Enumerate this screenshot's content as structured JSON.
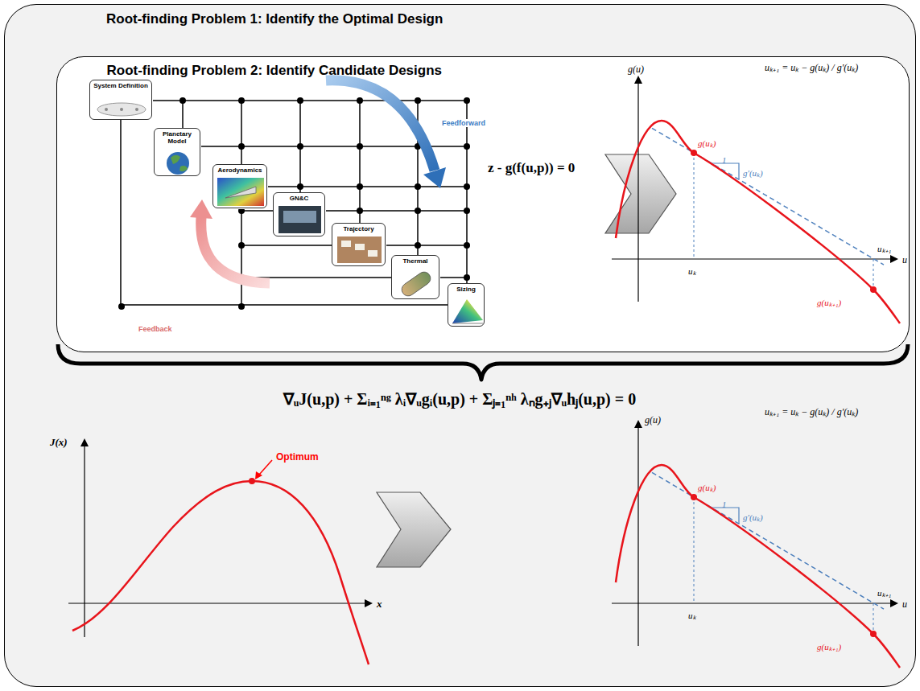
{
  "diagram": {
    "nodes": [
      {
        "text": [
          "Root-finding Problem 1: Identify the Optimal Design"
        ]
      },
      {
        "text": [
          "Root-finding Problem 2: Identify Candidate Designs"
        ],
        "in": 0
      },
      {
        "text": [
          "System Definition"
        ],
        "in": 1
      },
      {
        "text": [
          "Planetary Model"
        ],
        "in": 1
      },
      {
        "text": [
          "Aerodynamics"
        ],
        "in": 1
      },
      {
        "text": [
          "GN&C"
        ],
        "in": 1
      },
      {
        "text": [
          "Trajectory"
        ],
        "in": 1
      },
      {
        "text": [
          "Thermal"
        ],
        "in": 1
      },
      {
        "text": [
          "Sizing"
        ],
        "in": 1
      }
    ],
    "edges": [
      {
        "from": 2,
        "to": 8,
        "arrow": "none"
      }
    ],
    "labels": [
      "Feedforward",
      "Feedback",
      "z - g(f(u,p)) = 0",
      "g(u)",
      "uₖ₊₁ = uₖ − g(uₖ) / g′(uₖ)",
      "g(uₖ)",
      "1",
      "g′(uₖ)",
      "uₖ",
      "uₖ₊₁",
      "u",
      "g(uₖ₊₁)",
      "∇ᵤJ(u,p) + Σᵢ₌₁ⁿᵍ λᵢ∇ᵤgᵢ(u,p) + Σⱼ₌₁ⁿʰ λₙg₊ⱼ∇ᵤhⱼ(u,p) = 0",
      "J(x)",
      "Optimum",
      "x",
      "g(u)",
      "uₖ₊₁ = uₖ − g(uₖ) / g′(uₖ)",
      "g(uₖ)",
      "1",
      "g′(uₖ)",
      "uₖ",
      "uₖ₊₁",
      "u",
      "g(uₖ₊₁)"
    ]
  }
}
